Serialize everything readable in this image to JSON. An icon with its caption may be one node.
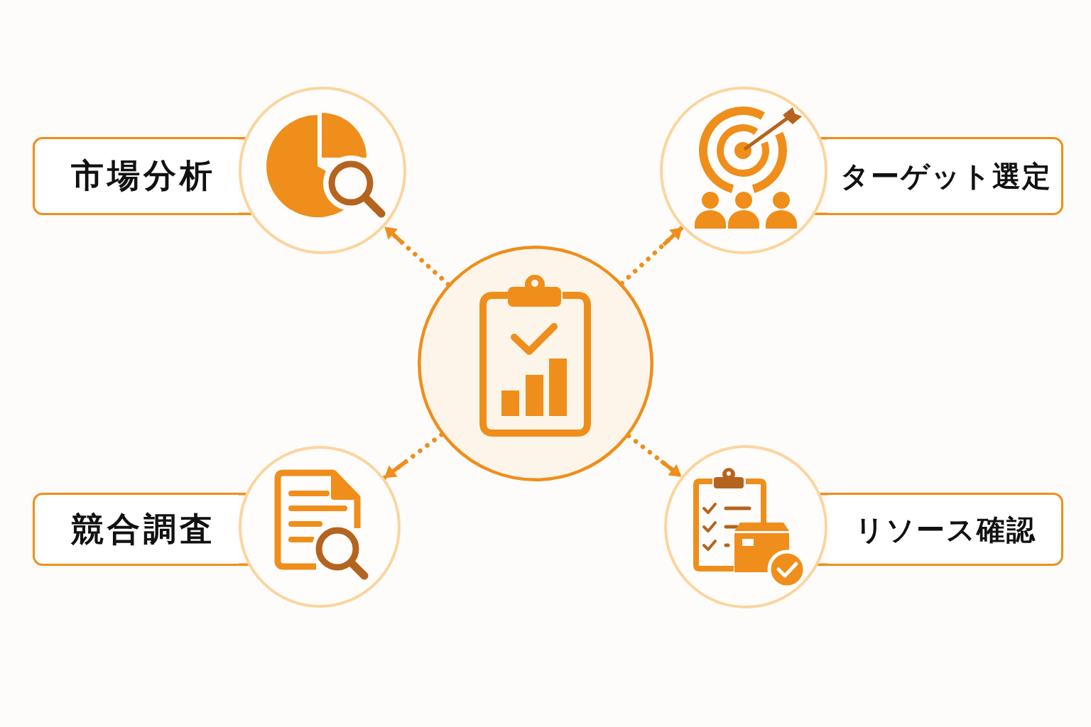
{
  "diagram": {
    "nodes": [
      {
        "text": [
          "市場分析"
        ]
      },
      {
        "text": [],
        "shape": "circle"
      },
      {
        "text": [],
        "shape": "circle"
      },
      {
        "text": [
          "ターゲット選定"
        ]
      },
      {
        "text": [],
        "shape": "circle"
      },
      {
        "text": [
          "競合調査"
        ]
      },
      {
        "text": [],
        "shape": "circle"
      },
      {
        "text": [],
        "shape": "circle"
      },
      {
        "text": [
          "リソース確認"
        ]
      }
    ],
    "edges": [
      {
        "from": 4,
        "to": 1,
        "arrow": "to",
        "style": "dashed"
      },
      {
        "from": 4,
        "to": 2,
        "arrow": "to",
        "style": "dashed"
      },
      {
        "from": 4,
        "to": 6,
        "arrow": "to",
        "style": "dashed"
      },
      {
        "from": 4,
        "to": 7,
        "arrow": "to",
        "style": "dashed"
      }
    ]
  }
}
